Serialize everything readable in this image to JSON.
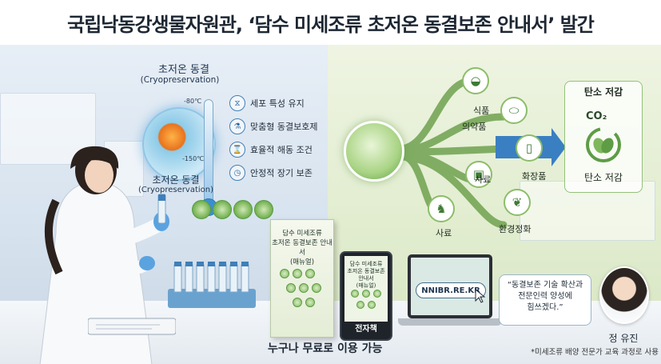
{
  "title": "국립낙동강생물자원관, ‘담수 미세조류 초저온 동결보존 안내서’ 발간",
  "cryo": {
    "title_top": "초저온 동결",
    "subtitle_top": "(Cryopreservation)",
    "title_bottom": "초저온 동결",
    "subtitle_bottom": "(Cryopreservation)",
    "temp_high": "-80℃",
    "temp_low": "-150℃"
  },
  "features": [
    {
      "label": "세포 특성 유지",
      "icon": "dna-icon"
    },
    {
      "label": "맞춤형 동결보호제",
      "icon": "flask-icon"
    },
    {
      "label": "효율적 해동 조건",
      "icon": "hourglass-icon"
    },
    {
      "label": "안정적 장기 보존",
      "icon": "clock-icon"
    }
  ],
  "applications": [
    {
      "label": "식품",
      "icon": "food-bowl-icon"
    },
    {
      "label": "의약품",
      "icon": "capsule-icon"
    },
    {
      "label": "화장품",
      "icon": "cosmetic-bottle-icon"
    },
    {
      "label": "사료",
      "icon": "feed-bag-icon"
    },
    {
      "label": "사료",
      "icon": "livestock-icon"
    },
    {
      "label": "환경정화",
      "icon": "plant-water-icon"
    }
  ],
  "carbon": {
    "title": "탄소 저감",
    "co2": "CO₂",
    "subtitle": "탄소 저감"
  },
  "book": {
    "title_line1": "담수 미세조류",
    "title_line2": "초저온 동결보존 안내서",
    "title_line3": "(매뉴얼)"
  },
  "tablet": {
    "title_line1": "담수 미세조류",
    "title_line2": "초저온 동결보존 안내서",
    "title_line3": "(매뉴얼)",
    "label": "전자책"
  },
  "website": "NNIBR.RE.KR",
  "caption": "누구나 무료로 이용 가능",
  "quote": {
    "line1": "“동결보존 기술 확산과",
    "line2": "전문인력 양성에",
    "line3": "힘쓰겠다.”"
  },
  "person_name": "정 유진",
  "footnote": "*미세조류 배양 전문가 교육 과정로 사용",
  "colors": {
    "left_lab": "#d7e3ef",
    "right_eco": "#e2edd0",
    "flow_green": "#6fa24f",
    "arrow_blue": "#3a7fc2"
  }
}
